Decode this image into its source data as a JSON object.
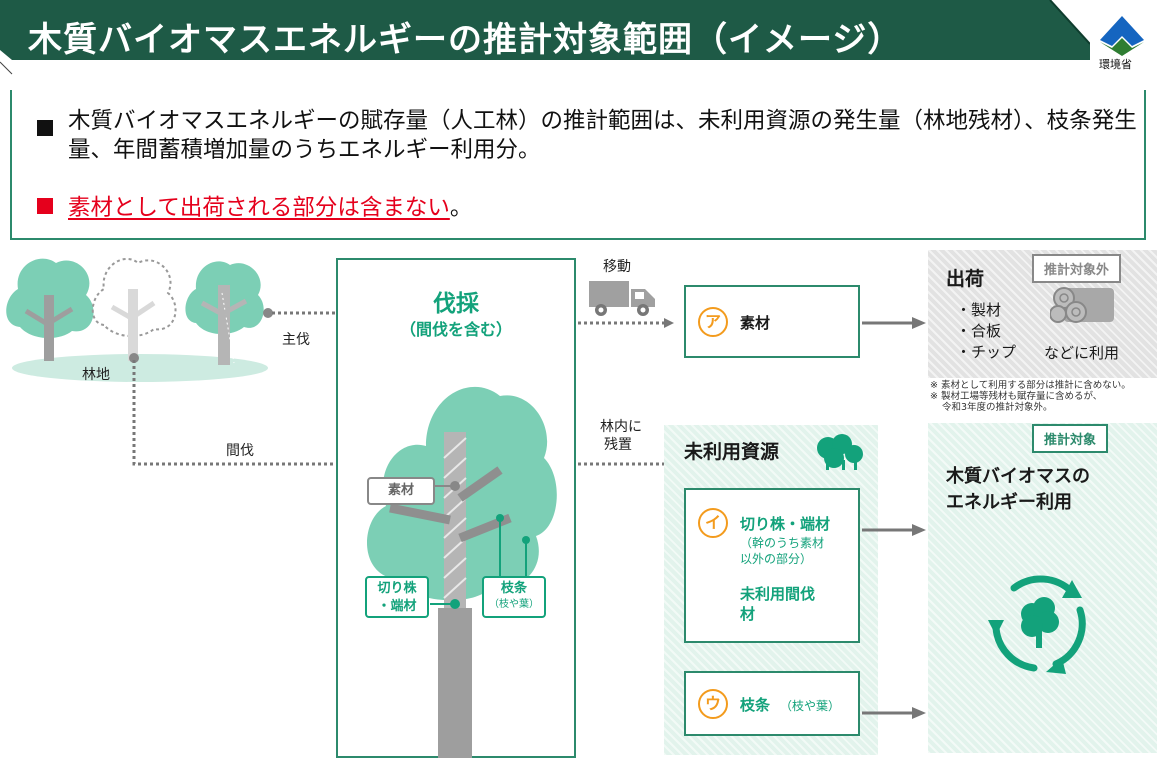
{
  "header": {
    "title": "木質バイオマスエネルギーの推計対象範囲（イメージ）",
    "logo_text": "環境省",
    "bar_color": "#1e5a46"
  },
  "info": {
    "line1": "木質バイオマスエネルギーの賦存量（人工林）の推計範囲は、未利用資源の発生量（林地残材）、枝条発生量、年間蓄積増加量のうちエネルギー利用分。",
    "line2_underlined": "素材として出荷される部分は含まない",
    "line2_end": "。"
  },
  "forest": {
    "rinchi_label": "林地",
    "shubatsu_label": "主伐",
    "kanbatsu_label": "間伐"
  },
  "harvest": {
    "title": "伐採",
    "subtitle": "（間伐を含む）",
    "tree_labels": {
      "sozai": "素材",
      "kirikabu_line1": "切り株",
      "kirikabu_line2": "・端材",
      "shijo": "枝条",
      "shijo_sub": "（枝や葉）"
    }
  },
  "flows": {
    "ido_label": "移動",
    "rinnai_line1": "林内に",
    "rinnai_line2": "残置"
  },
  "boxes": {
    "a_mark": "ア",
    "a_label": "素材",
    "unused_title": "未利用資源",
    "i_mark": "イ",
    "i_label": "切り株・端材",
    "i_sub1": "（幹のうち素材",
    "i_sub2": "以外の部分）",
    "i_extra1": "未利用間伐",
    "i_extra2": "材",
    "u_mark": "ウ",
    "u_label": "枝条",
    "u_sub": "（枝や葉）"
  },
  "shipping": {
    "tag": "推計対象外",
    "title": "出荷",
    "items": [
      "・製材",
      "・合板",
      "・チップ"
    ],
    "suffix": "などに利用",
    "note1": "※ 素材として利用する部分は推計に含めない。",
    "note2": "※ 製材工場等残材も賦存量に含めるが、",
    "note3": "令和3年度の推計対象外。"
  },
  "target": {
    "tag": "推計対象",
    "title_line1": "木質バイオマスの",
    "title_line2": "エネルギー利用"
  },
  "colors": {
    "accent_green": "#13a27b",
    "dark_green": "#2c8a6c",
    "tree_green": "#7ccfb5",
    "orange": "#f39b1d",
    "red": "#e5001c"
  }
}
